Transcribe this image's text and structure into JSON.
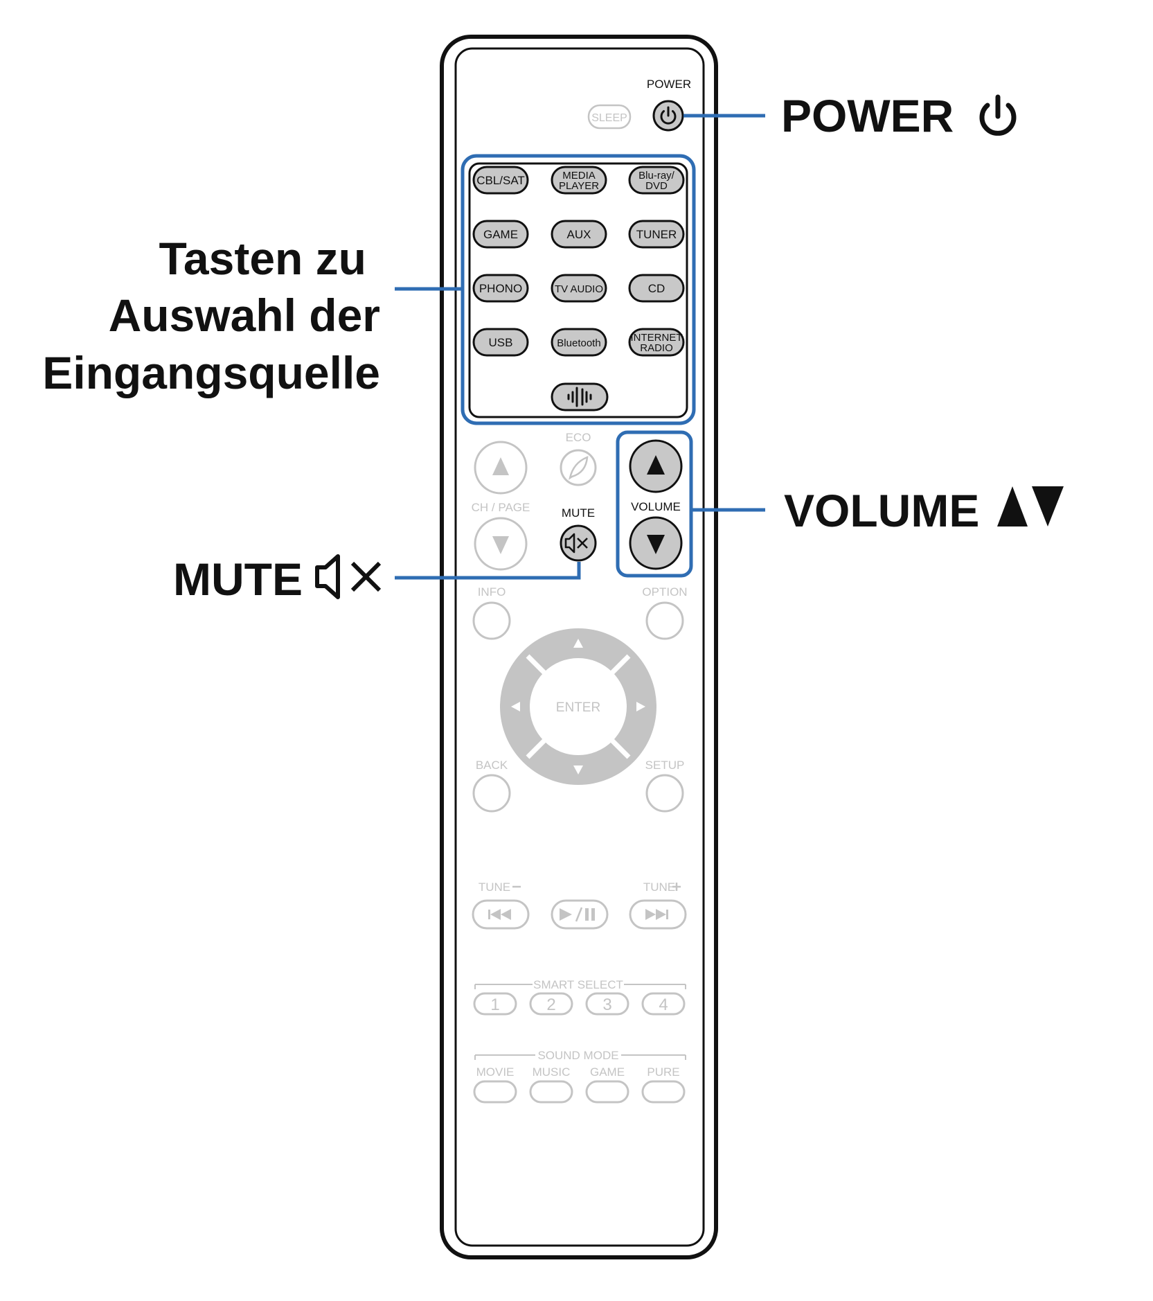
{
  "callouts": {
    "power": "POWER",
    "input_select_line1": "Tasten zu",
    "input_select_line2": "Auswahl der",
    "input_select_line3": "Eingangsquelle",
    "volume": "VOLUME",
    "mute": "MUTE"
  },
  "remote": {
    "top": {
      "power_label": "POWER",
      "sleep_label": "SLEEP"
    },
    "inputs": [
      {
        "id": "cbl-sat",
        "lines": [
          "CBL/SAT"
        ]
      },
      {
        "id": "media-player",
        "lines": [
          "MEDIA",
          "PLAYER"
        ]
      },
      {
        "id": "bluray-dvd",
        "lines": [
          "Blu-ray/",
          "DVD"
        ]
      },
      {
        "id": "game",
        "lines": [
          "GAME"
        ]
      },
      {
        "id": "aux",
        "lines": [
          "AUX"
        ]
      },
      {
        "id": "tuner",
        "lines": [
          "TUNER"
        ]
      },
      {
        "id": "phono",
        "lines": [
          "PHONO"
        ]
      },
      {
        "id": "tv-audio",
        "lines": [
          "TV AUDIO"
        ]
      },
      {
        "id": "cd",
        "lines": [
          "CD"
        ]
      },
      {
        "id": "usb",
        "lines": [
          "USB"
        ]
      },
      {
        "id": "bluetooth",
        "lines": [
          "Bluetooth"
        ]
      },
      {
        "id": "internet-radio",
        "lines": [
          "INTERNET",
          "RADIO"
        ]
      }
    ],
    "labels": {
      "eco": "ECO",
      "ch_page": "CH / PAGE",
      "mute": "MUTE",
      "volume": "VOLUME",
      "info": "INFO",
      "option": "OPTION",
      "enter": "ENTER",
      "back": "BACK",
      "setup": "SETUP",
      "tune_minus": "TUNE",
      "tune_plus": "TUNE",
      "smart_select": "SMART SELECT",
      "sound_mode": "SOUND MODE"
    },
    "smart_select": [
      "1",
      "2",
      "3",
      "4"
    ],
    "sound_modes": [
      "MOVIE",
      "MUSIC",
      "GAME",
      "PURE"
    ]
  },
  "colors": {
    "highlight": "#2f6db3",
    "active_button": "#c8c8c8",
    "inactive": "#c4c4c4",
    "outline": "#111111"
  }
}
